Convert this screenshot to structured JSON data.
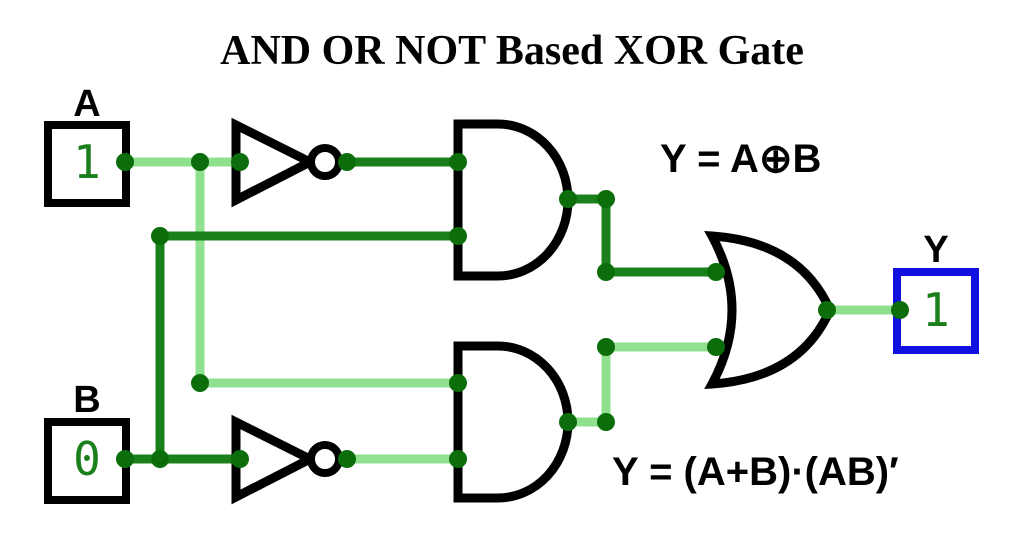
{
  "title": "AND OR NOT Based XOR Gate",
  "inputs": {
    "a": {
      "name": "A",
      "value": "1"
    },
    "b": {
      "name": "B",
      "value": "0"
    }
  },
  "output": {
    "name": "Y",
    "value": "1"
  },
  "formulas": {
    "xor": "Y = A⊕B",
    "expanded": "Y = (A+B)·(AB)′"
  },
  "colors": {
    "wire_high": "#1b7f1b",
    "wire_low": "#8fe08f",
    "junction": "#0b6e0b",
    "input_border": "#000000",
    "output_border": "#1010e0",
    "value_text": "#1b7f1b"
  }
}
